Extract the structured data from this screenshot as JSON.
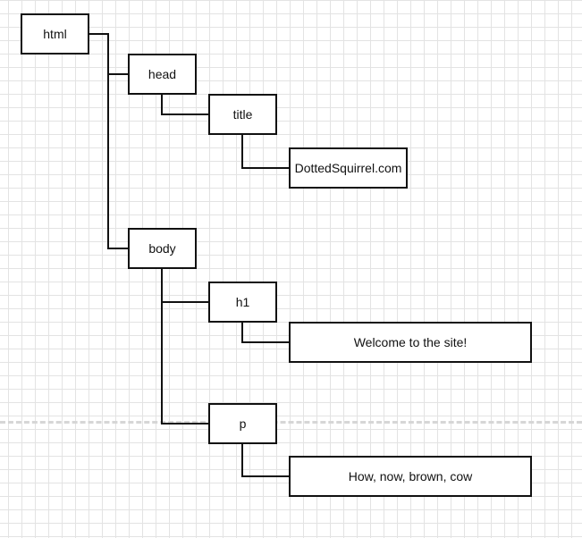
{
  "nodes": {
    "html": "html",
    "head": "head",
    "title": "title",
    "title_text": "DottedSquirrel.com",
    "body": "body",
    "h1": "h1",
    "h1_text": "Welcome to the site!",
    "p": "p",
    "p_text": "How, now, brown, cow"
  },
  "edges": [
    [
      "html",
      "head"
    ],
    [
      "html",
      "body"
    ],
    [
      "head",
      "title"
    ],
    [
      "title",
      "title_text"
    ],
    [
      "body",
      "h1"
    ],
    [
      "body",
      "p"
    ],
    [
      "h1",
      "h1_text"
    ],
    [
      "p",
      "p_text"
    ]
  ],
  "colors": {
    "line": "#111111",
    "grid": "#e3e3e3",
    "page_break": "#d6d6d6"
  }
}
